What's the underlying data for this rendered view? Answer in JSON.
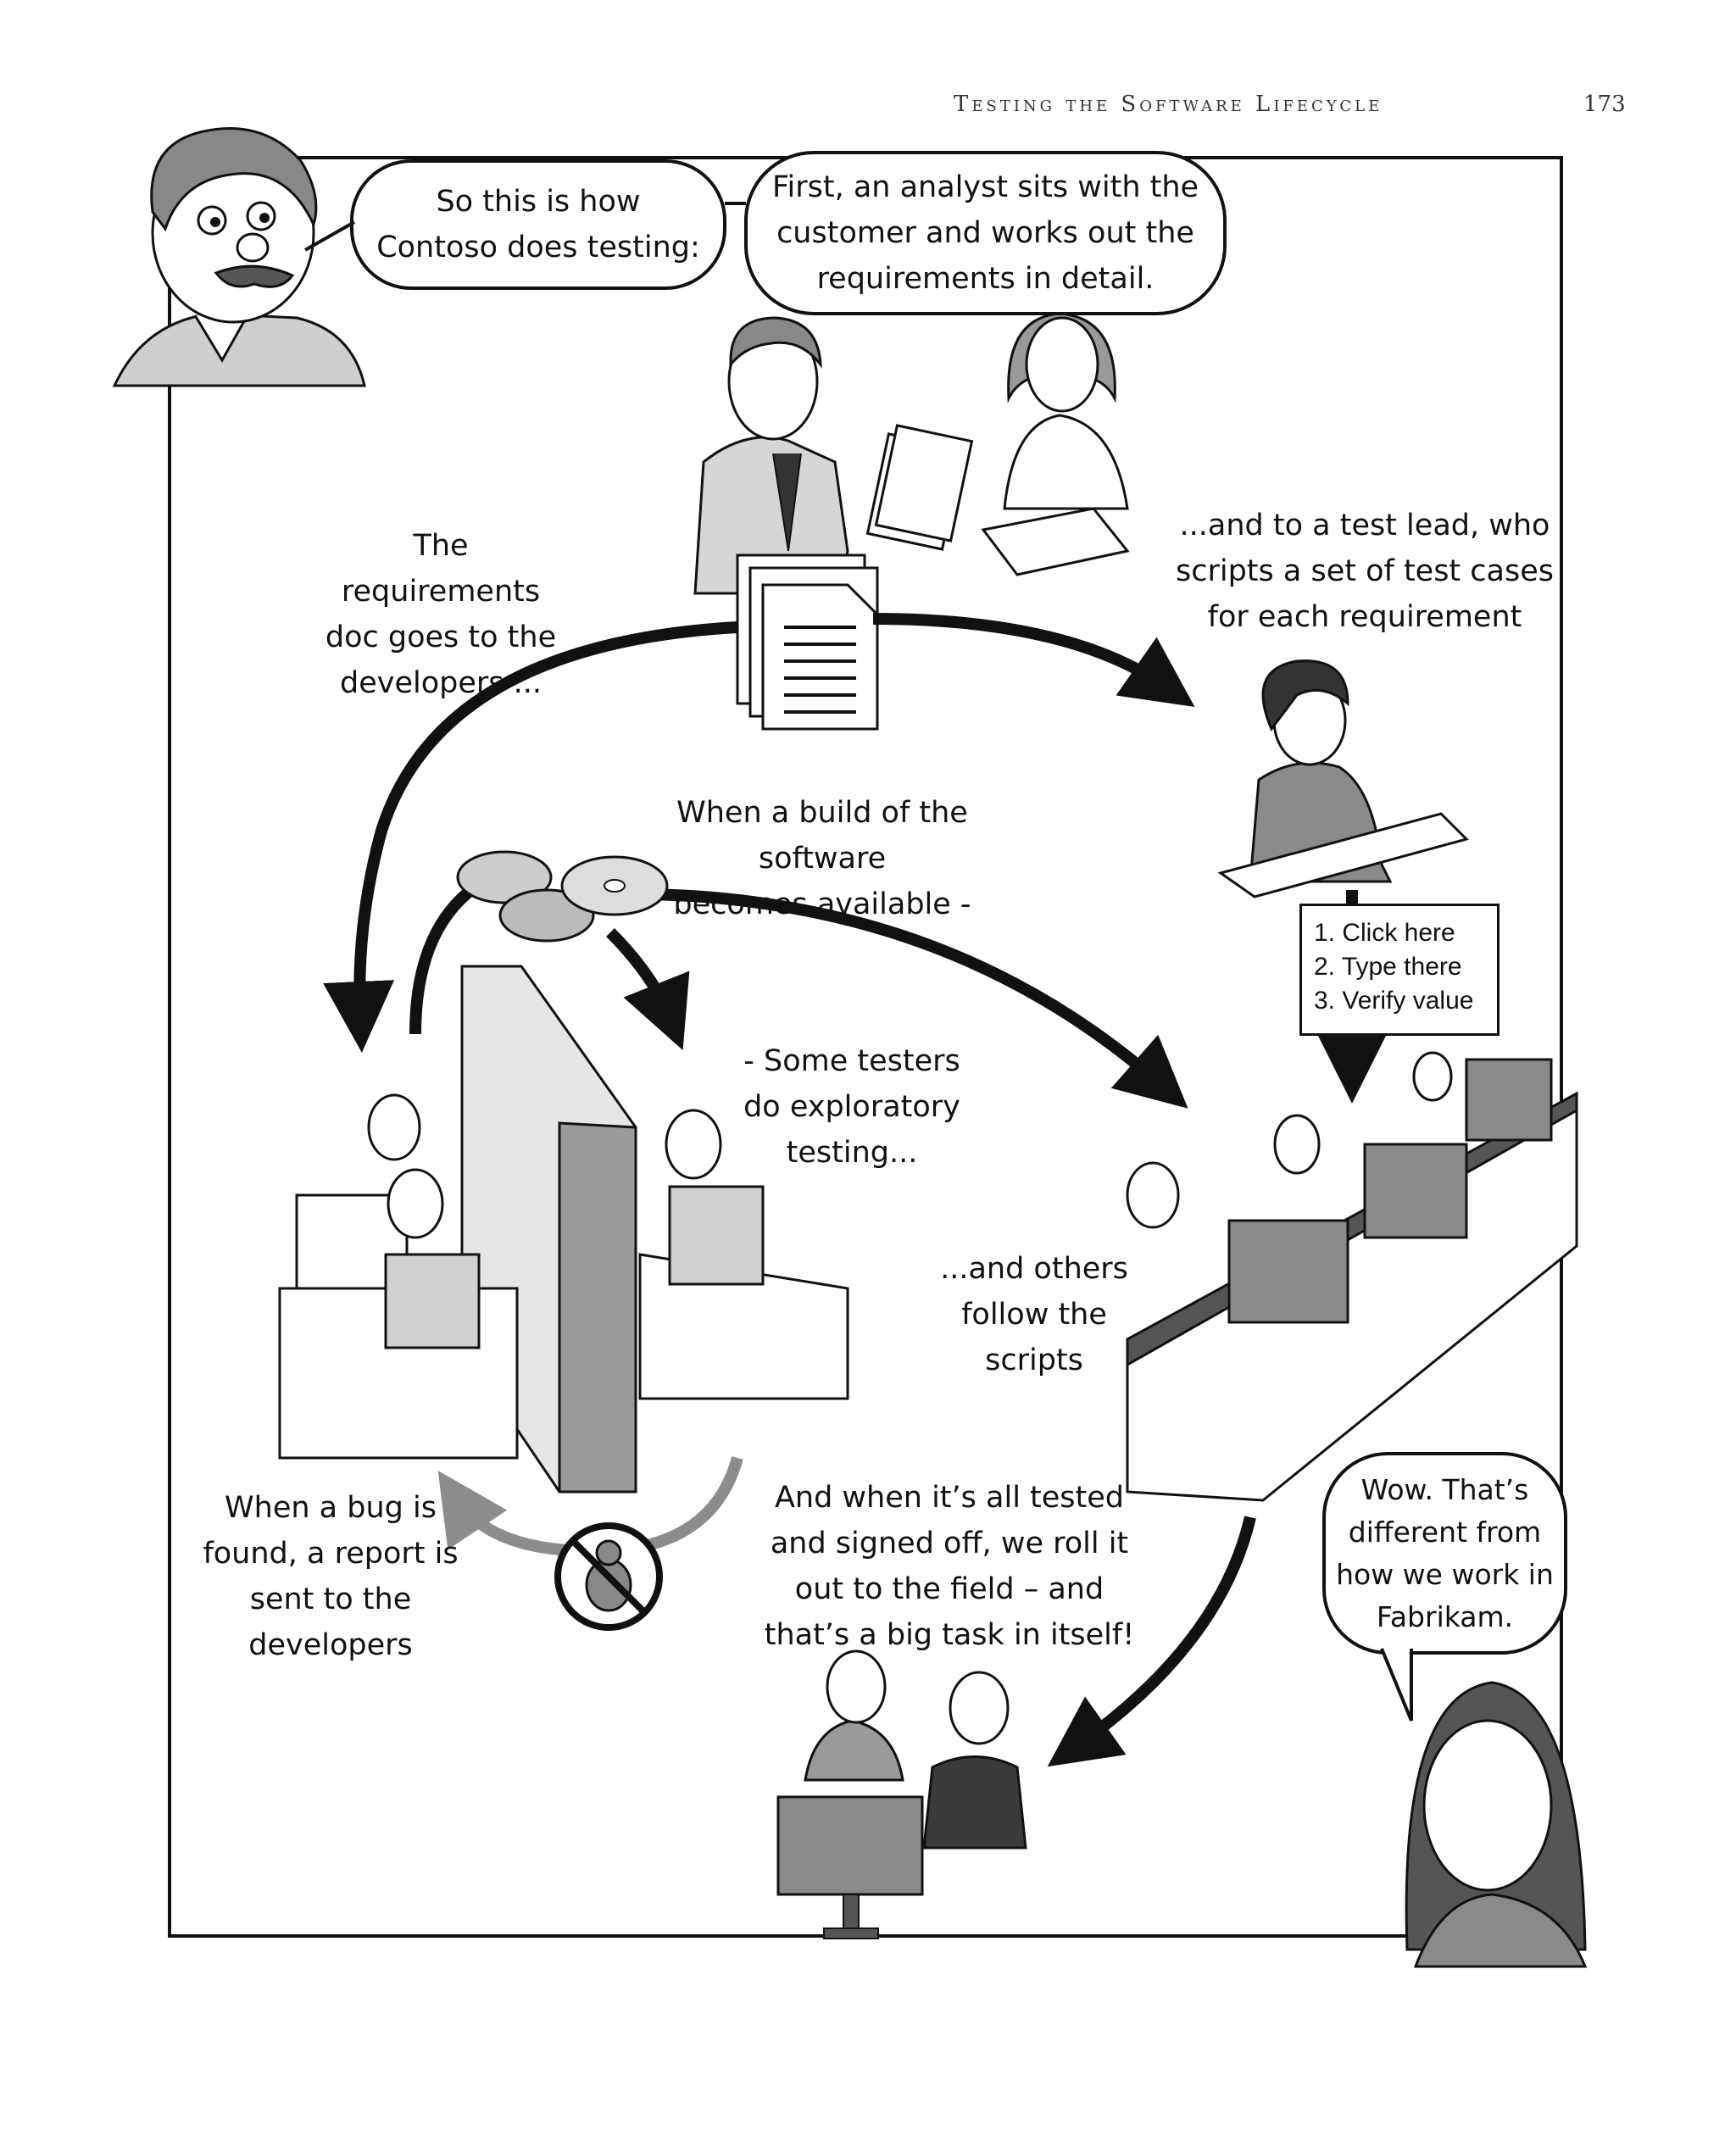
{
  "header": {
    "running_title": "Testing the Software Lifecycle",
    "page_number": "173"
  },
  "bubbles": {
    "art_intro": "So this is how\nContoso does testing:",
    "art_analyst": "First, an analyst sits with the\ncustomer and works out the\nrequirements in detail.",
    "woman_reply": "Wow. That’s\ndifferent from\nhow we work in\nFabrikam."
  },
  "captions": {
    "requirements_to_devs": "The requirements\ndoc goes to the\ndevelopers ...",
    "to_test_lead": "...and to a test lead, who\nscripts a set of test cases\nfor each requirement",
    "build_available": "When a build of the software\nbecomes available -",
    "exploratory": "- Some testers\ndo exploratory\ntesting...",
    "follow_scripts": "...and others\nfollow the\nscripts",
    "bug_found": "When a bug is\nfound, a report is\nsent to the\ndevelopers",
    "roll_out": "And when it’s all tested\nand signed off, we roll it\nout to the field – and\nthat’s a big task in itself!"
  },
  "script_steps": [
    "1. Click here",
    "2. Type there",
    "3. Verify value"
  ],
  "colors": {
    "ink": "#111111",
    "figure_gray": "#8a8a8a",
    "light_gray": "#cfcfcf",
    "bug_arrow": "#8c8c8c"
  }
}
